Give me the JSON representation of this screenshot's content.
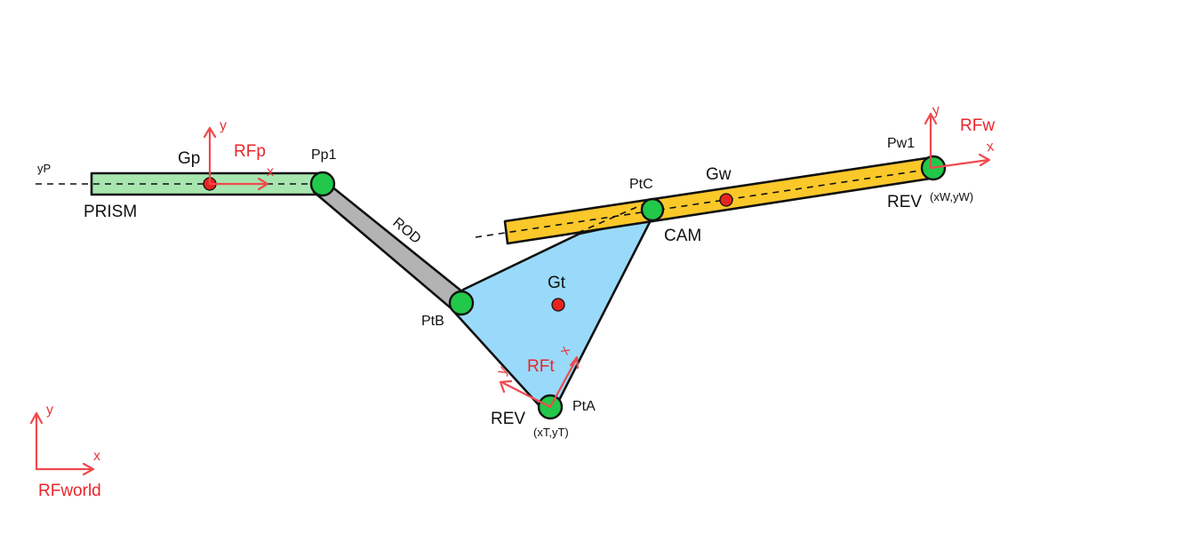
{
  "bodies": {
    "prism": {
      "label": "PRISM",
      "color": "#a8e6b0"
    },
    "rod": {
      "label": "ROD",
      "color": "#b3b3b3"
    },
    "triangle": {
      "color": "#99dafa"
    },
    "wheel_bar": {
      "color": "#fbc82a"
    }
  },
  "guides": {
    "prism_axis_label": "yP"
  },
  "joints": {
    "pp1": {
      "label": "Pp1"
    },
    "ptb": {
      "label": "PtB"
    },
    "pta": {
      "label": "PtA",
      "joint_type": "REV",
      "coords": "(xT,yT)"
    },
    "ptc": {
      "label": "PtC",
      "joint_type": "CAM"
    },
    "pw1": {
      "label": "Pw1",
      "joint_type": "REV",
      "coords": "(xW,yW)"
    }
  },
  "centers_of_mass": {
    "gp": {
      "label": "Gp"
    },
    "gt": {
      "label": "Gt"
    },
    "gw": {
      "label": "Gw"
    }
  },
  "frames": {
    "rfp": {
      "label": "RFp",
      "x": "x",
      "y": "y"
    },
    "rft": {
      "label": "RFt",
      "x": "x",
      "y": "y"
    },
    "rfw": {
      "label": "RFw",
      "x": "x",
      "y": "y"
    },
    "rfworld": {
      "label": "RFworld",
      "x": "x",
      "y": "y"
    }
  },
  "colors": {
    "joint": "#22c84a",
    "center_of_mass": "#e52420",
    "frame": "#ef4a4e"
  }
}
